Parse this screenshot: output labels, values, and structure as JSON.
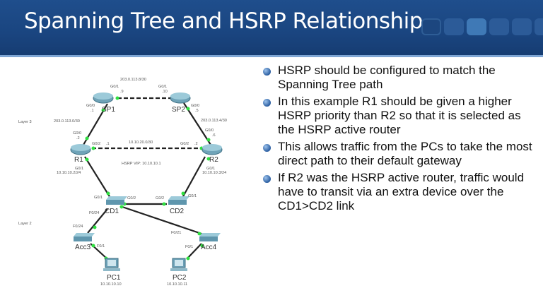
{
  "title": "Spanning Tree and HSRP Relationship",
  "bullets": [
    "HSRP should be configured to match the Spanning Tree path",
    "In this example R1 should be given a higher HSRP priority than R2 so that it is selected as the HSRP active router",
    "This allows traffic from the PCs to take the most direct path to their default gateway",
    "If R2 was the HSRP active router, traffic would have to transit via an extra device over the CD1>CD2 link"
  ],
  "diagram": {
    "layer3": "Layer 3",
    "layer2": "Layer 2",
    "devices": {
      "sp1": "SP1",
      "sp2": "SP2",
      "r1": "R1",
      "r2": "R2",
      "cd1": "CD1",
      "cd2": "CD2",
      "acc3": "Acc3",
      "acc4": "Acc4",
      "pc1": "PC1",
      "pc2": "PC2"
    },
    "subnets": {
      "sp1_sp2": "203.0.113.8/30",
      "r1_sp1": "203.0.113.0/30",
      "r2_sp2": "203.0.113.4/30",
      "r1_r2": "10.10.20.0/30"
    },
    "hsrp_vip": "HSRP VIP: 10.10.10.1",
    "r1_ip": "10.10.10.2/24",
    "r2_ip": "10.10.10.3/24",
    "pc1_ip": "10.10.10.10",
    "pc2_ip": "10.10.10.11",
    "ports": {
      "sp1_g01": "G0/1",
      "sp1_g01_ip": ".9",
      "sp2_g01": "G0/1",
      "sp2_g01_ip": ".10",
      "sp1_g00": "G0/0",
      "sp1_g00_ip": ".1",
      "sp2_g00": "G0/0",
      "sp2_g00_ip": ".5",
      "r1_g00": "G0/0",
      "r1_g00_ip": ".2",
      "r2_g00": "G0/0",
      "r2_g00_ip": ".6",
      "r1_g02": "G0/2",
      "r1_g02_ip": ".1",
      "r2_g02": "G0/2",
      "r2_g02_ip": ".2",
      "r1_g01": "G0/1",
      "r2_g01": "G0/1",
      "cd1_g01": "G0/1",
      "cd1_g02": "G0/2",
      "cd2_g02": "G0/2",
      "cd2_g01": "G0/1",
      "cd1_f024": "F0/24",
      "acc3_f024": "F0/24",
      "acc3_f01": "F0/1",
      "acc4_f021": "F0/21",
      "acc4_f01": "F0/1"
    }
  }
}
